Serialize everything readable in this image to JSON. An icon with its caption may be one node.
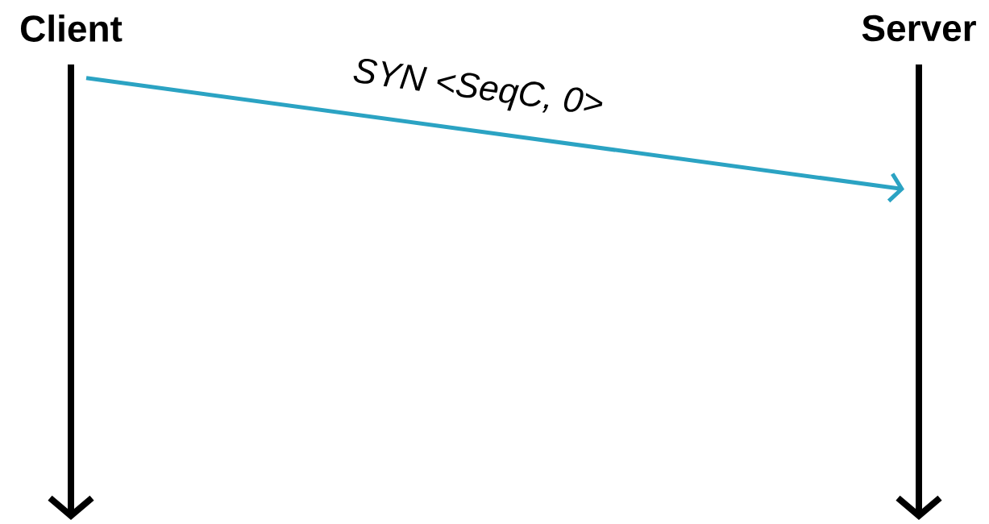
{
  "diagram": {
    "nodes": [
      {
        "text": [
          "Client"
        ]
      },
      {
        "text": [
          "Server"
        ]
      },
      {
        "text": [],
        "shape": "arrow"
      },
      {
        "text": [],
        "shape": "arrow"
      }
    ],
    "edges": [
      {
        "from": 2,
        "to": 3,
        "arrow": "to",
        "label": "SYN <SeqC, 0>",
        "color": "#2ba3c3"
      }
    ]
  }
}
